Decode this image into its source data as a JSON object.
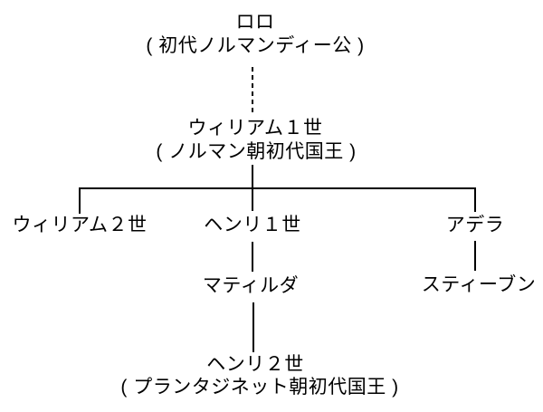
{
  "diagram": {
    "title": "Norman dynasty family tree",
    "background_color": "#ffffff",
    "line_color": "#000000",
    "text_color": "#000000",
    "nodes": {
      "rollo": {
        "name": "ロロ",
        "subtitle": "( 初代ノルマンディー公 )"
      },
      "william1": {
        "name": "ウィリアム１世",
        "subtitle": "( ノルマン朝初代国王 )"
      },
      "william2": {
        "name": "ウィリアム２世"
      },
      "henry1": {
        "name": "ヘンリ１世"
      },
      "adela": {
        "name": "アデラ"
      },
      "matilda": {
        "name": "マティルダ"
      },
      "stephen": {
        "name": "スティーブン"
      },
      "henry2": {
        "name": "ヘンリ２世",
        "subtitle": "( プランタジネット朝初代国王 )"
      }
    },
    "edges": [
      {
        "from": "rollo",
        "to": "william1",
        "style": "dashed"
      },
      {
        "from": "william1",
        "to": "william2",
        "style": "solid"
      },
      {
        "from": "william1",
        "to": "henry1",
        "style": "solid"
      },
      {
        "from": "william1",
        "to": "adela",
        "style": "solid"
      },
      {
        "from": "henry1",
        "to": "matilda",
        "style": "solid"
      },
      {
        "from": "adela",
        "to": "stephen",
        "style": "solid"
      },
      {
        "from": "matilda",
        "to": "henry2",
        "style": "solid"
      }
    ]
  }
}
